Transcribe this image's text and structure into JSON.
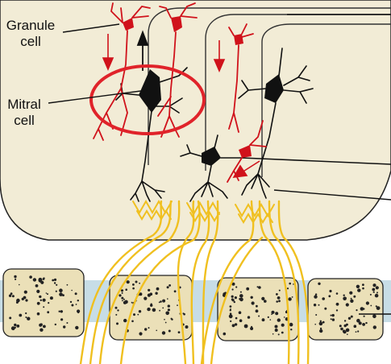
{
  "labels": {
    "granule_line1": "Granule",
    "granule_line2": "cell",
    "mitral_line1": "Mitral",
    "mitral_line2": "cell"
  },
  "colors": {
    "bulb_fill": "#f2ecd6",
    "bone_fill": "#ebe0b8",
    "bone_gap": "#c7dde6",
    "axon": "#f0c020",
    "granule_cell": "#d0121b",
    "highlight_circle": "#e0232a",
    "mitral_cell": "#111111"
  }
}
